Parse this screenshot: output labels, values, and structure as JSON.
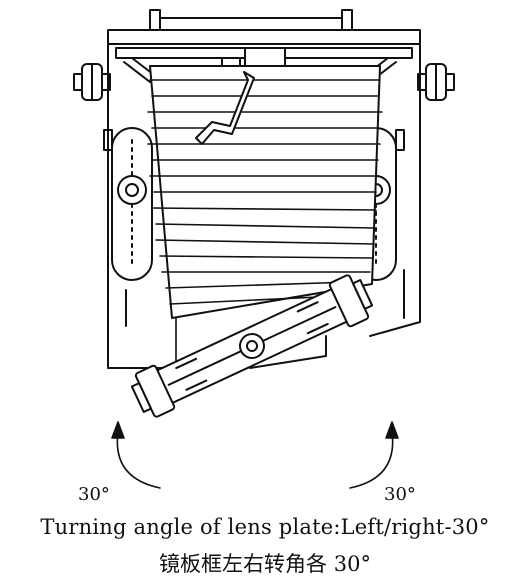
{
  "figure": {
    "angle_left": "30°",
    "angle_right": "30°",
    "caption_en": "Turning angle of lens plate:Left/right-30°",
    "caption_zh": "镜板框左右转角各 30°"
  },
  "colors": {
    "ink": "#111111",
    "paper": "#ffffff"
  }
}
